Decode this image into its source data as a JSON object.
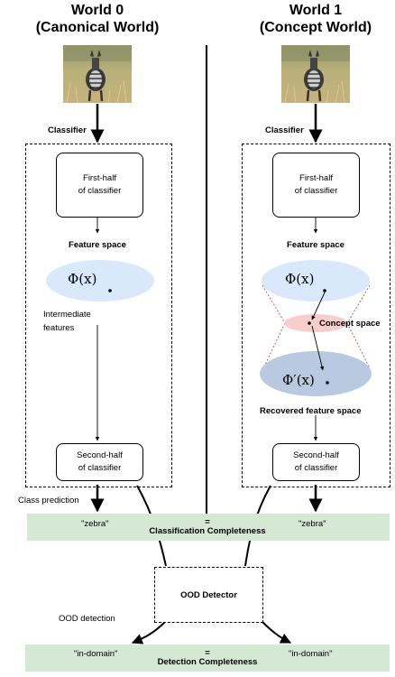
{
  "worlds": [
    {
      "title": "World 0",
      "subtitle": "(Canonical World)",
      "classifier_label": "Classifier",
      "first_half": "First-half\nof classifier",
      "feature_space": "Feature space",
      "phi": "Φ(x)",
      "intermediate": "Intermediate\nfeatures",
      "second_half": "Second-half\nof classifier",
      "prediction": "\"zebra\"",
      "detection": "\"in-domain\""
    },
    {
      "title": "World 1",
      "subtitle": "(Concept World)",
      "classifier_label": "Classifier",
      "first_half": "First-half\nof classifier",
      "feature_space": "Feature space",
      "phi": "Φ(x)",
      "concept_space": "Concept space",
      "phi_prime": "Φ′(x)",
      "recovered": "Recovered feature space",
      "second_half": "Second-half\nof classifier",
      "prediction": "\"zebra\"",
      "detection": "\"in-domain\""
    }
  ],
  "class_prediction": "Class prediction",
  "classification_completeness": {
    "eq": "=",
    "label": "Classification Completeness"
  },
  "ood_detector": "OOD Detector",
  "ood_detection": "OOD detection",
  "detection_completeness": {
    "eq": "=",
    "label": "Detection Completeness"
  },
  "colors": {
    "feature_ellipse": "#dae8fc",
    "concept_ellipse": "#f8cecc",
    "recovered_ellipse": "#b9c9df",
    "band": "#d5e8d4",
    "dotted_red": "#b85450"
  },
  "image": "zebra-photo"
}
